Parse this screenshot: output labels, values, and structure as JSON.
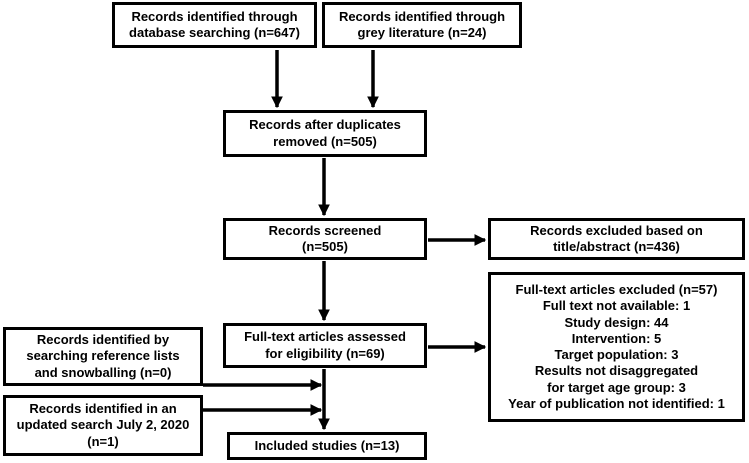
{
  "colors": {
    "line": "#000000",
    "text": "#000000",
    "box_fill": "#ffffff",
    "background": "#ffffff"
  },
  "diagram": {
    "type": "prisma-flowchart",
    "boxes": {
      "database_search": {
        "lines": [
          "Records identified through",
          "database searching (n=647)"
        ]
      },
      "grey_literature": {
        "lines": [
          "Records identified through",
          "grey literature (n=24)"
        ]
      },
      "duplicates_removed": {
        "lines": [
          "Records after duplicates",
          "removed (n=505)"
        ]
      },
      "records_screened": {
        "lines": [
          "Records screened",
          "(n=505)"
        ]
      },
      "records_excluded": {
        "lines": [
          "Records excluded based on",
          "title/abstract (n=436)"
        ]
      },
      "fulltext_assessed": {
        "lines": [
          "Full-text articles assessed",
          "for eligibility (n=69)"
        ]
      },
      "fulltext_excluded": {
        "lines": [
          "Full-text articles excluded (n=57)",
          "Full text not available: 1",
          "Study design: 44",
          "Intervention: 5",
          "Target population: 3",
          "Results not disaggregated",
          "for target age group: 3",
          "Year of publication not identified: 1"
        ]
      },
      "reference_lists": {
        "lines": [
          "Records identified by",
          "searching reference lists",
          "and snowballing (n=0)"
        ]
      },
      "updated_search": {
        "lines": [
          "Records identified in an",
          "updated search July 2, 2020",
          "(n=1)"
        ]
      },
      "included_studies": {
        "lines": [
          "Included studies (n=13)"
        ]
      }
    }
  }
}
